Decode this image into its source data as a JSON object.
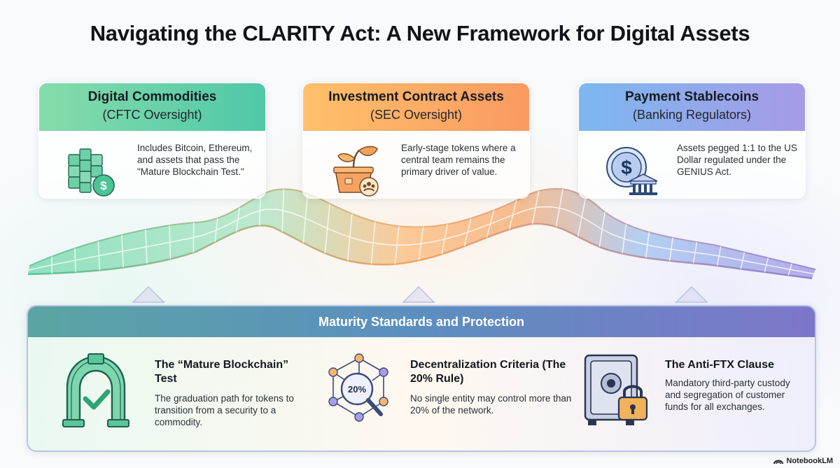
{
  "title": "Navigating the CLARITY Act: A New Framework for Digital Assets",
  "cards": [
    {
      "heading": "Digital Commodities",
      "subheading": "(CFTC Oversight)",
      "description": "Includes Bitcoin, Ethereum, and assets that pass the \"Mature Blockchain Test.\"",
      "icon": "blocks-dollar-icon",
      "color": "#4fc8a8"
    },
    {
      "heading": "Investment Contract Assets",
      "subheading": "(SEC Oversight)",
      "description": "Early-stage tokens where a central team remains the primary driver of value.",
      "icon": "sprout-pot-icon",
      "color": "#fa9a61"
    },
    {
      "heading": "Payment Stablecoins",
      "subheading": "(Banking Regulators)",
      "description": "Assets pegged 1:1 to the US Dollar regulated under the GENIUS Act.",
      "icon": "coin-bank-icon",
      "color": "#8aa4ea"
    }
  ],
  "panel": {
    "heading": "Maturity Standards and Protection",
    "features": [
      {
        "title": "The “Mature Blockchain” Test",
        "description": "The graduation path for tokens to transition from a security to a commodity.",
        "icon": "arch-check-icon"
      },
      {
        "title": "Decentralization Criteria (The 20% Rule)",
        "description": "No single entity may control more than 20% of the network.",
        "icon": "network-magnifier-icon",
        "icon_label": "20%"
      },
      {
        "title": "The Anti-FTX Clause",
        "description": "Mandatory third-party custody and segregation of customer funds for all exchanges.",
        "icon": "safe-lock-icon"
      }
    ]
  },
  "brand": "NotebookLM"
}
